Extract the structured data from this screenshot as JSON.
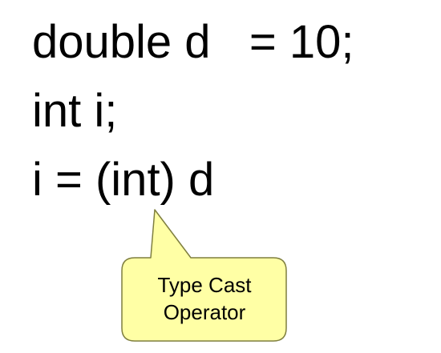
{
  "code": {
    "lines": [
      "double d   = 10;",
      "int i;",
      "i = (int) d"
    ]
  },
  "callout": {
    "line1": "Type Cast",
    "line2": "Operator",
    "fill": "#FFFFA5",
    "stroke": "#7F7F3F"
  }
}
